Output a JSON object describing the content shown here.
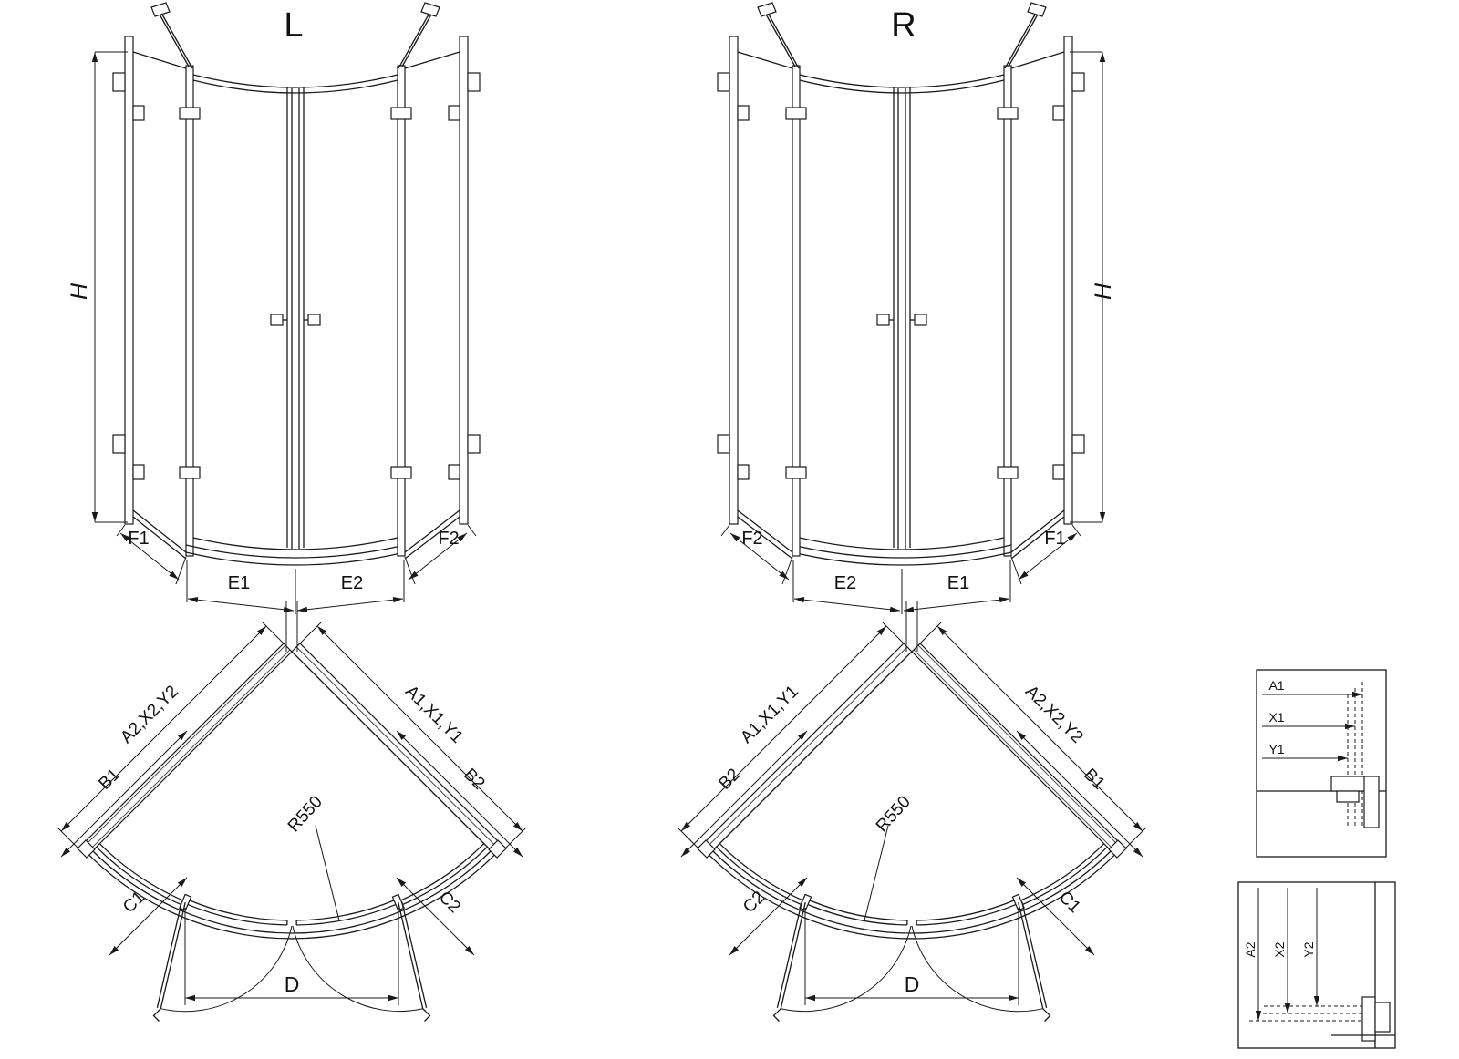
{
  "drawing": {
    "background": "#ffffff",
    "line_color": "#1a1a1a"
  },
  "elevation_left": {
    "title": "L",
    "height_label": "H",
    "bottom_labels": {
      "f1": "F1",
      "e1": "E1",
      "e2": "E2",
      "f2": "F2"
    }
  },
  "elevation_right": {
    "title": "R",
    "height_label": "H",
    "bottom_labels": {
      "f1": "F1",
      "e1": "E1",
      "e2": "E2",
      "f2": "F2"
    }
  },
  "plan_left": {
    "wall_left_label": "A2,X2,Y2",
    "wall_right_label": "A1,X1,Y1",
    "b_left": "B1",
    "b_right": "B2",
    "c_left": "C1",
    "c_right": "C2",
    "radius_label": "R550",
    "width_label": "D"
  },
  "plan_right": {
    "wall_left_label": "A1,X1,Y1",
    "wall_right_label": "A2,X2,Y2",
    "b_left": "B2",
    "b_right": "B1",
    "c_left": "C2",
    "c_right": "C1",
    "radius_label": "R550",
    "width_label": "D"
  },
  "detail_top": {
    "dims": [
      "A1",
      "X1",
      "Y1"
    ]
  },
  "detail_bottom": {
    "dims": [
      "A2",
      "X2",
      "Y2"
    ]
  }
}
